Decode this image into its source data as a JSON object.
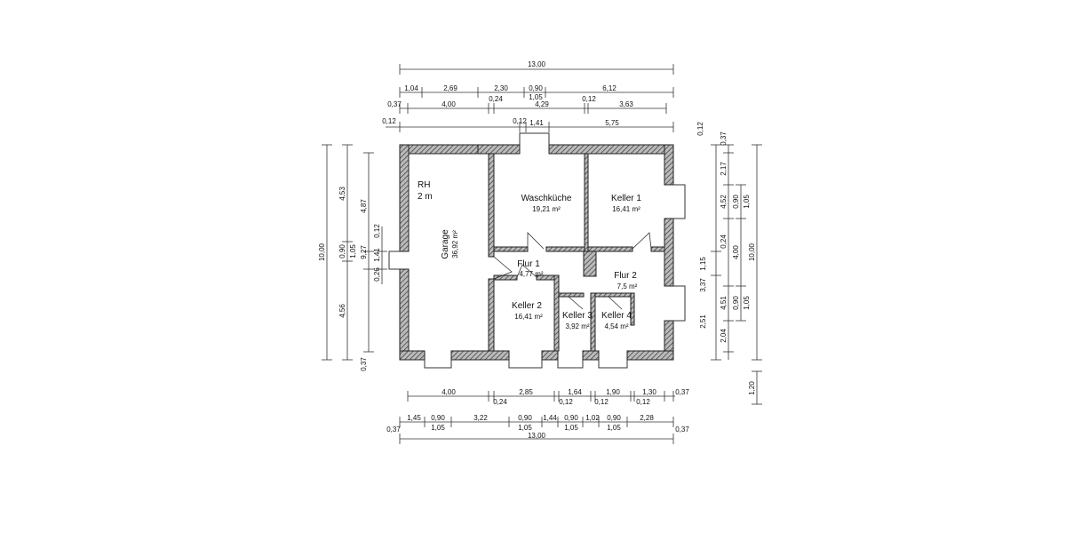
{
  "rooms": {
    "rh": {
      "name": "RH",
      "area": "2 m"
    },
    "garage": {
      "name": "Garage",
      "area": "36,92 m²"
    },
    "waschkueche": {
      "name": "Waschküche",
      "area": "19,21 m²"
    },
    "keller1": {
      "name": "Keller 1",
      "area": "16,41 m²"
    },
    "flur1": {
      "name": "Flur 1",
      "area": "4,77 m²"
    },
    "flur2": {
      "name": "Flur 2",
      "area": "7,5 m²"
    },
    "keller2": {
      "name": "Keller 2",
      "area": "16,41 m²"
    },
    "keller3": {
      "name": "Keller 3",
      "area": "3,92 m²"
    },
    "keller4": {
      "name": "Keller 4",
      "area": "4,54 m²"
    }
  },
  "dims_top": {
    "overall": "13,00",
    "r2": [
      "1,04",
      "2,69",
      "2,30",
      "0,90",
      "6,12"
    ],
    "r2_sub": "1,05",
    "r3": [
      "0,37",
      "4,00",
      "0,24",
      "4,29",
      "0,12",
      "3,63"
    ],
    "r4": [
      "0,12",
      "0,12",
      "1,41",
      "5,75",
      "0,12"
    ]
  },
  "dims_left": {
    "outer": "10,00",
    "a": [
      "4,53",
      "0,90",
      "4,56"
    ],
    "a_sub": "1,05",
    "b": [
      "4,87",
      "9,27",
      "0,37"
    ],
    "c": [
      "0,12",
      "1,41",
      "0,26"
    ]
  },
  "dims_right": {
    "inner": [
      "0,37",
      "2,17",
      "4,52",
      "0,90",
      "0,24",
      "4,00",
      "1,15",
      "3,37",
      "4,51",
      "0,90",
      "2,51",
      "2,04"
    ],
    "subs": [
      "1,05",
      "1,05"
    ],
    "outer": "10,00",
    "extra": "1,20"
  },
  "dims_bottom": {
    "r1": [
      "4,00",
      "2,85",
      "1,64",
      "1,90",
      "1,30",
      "0,37"
    ],
    "r1_sub": [
      "0,24",
      "0,12",
      "0,12",
      "0,12"
    ],
    "r2": [
      "1,45",
      "0,90",
      "3,22",
      "0,90",
      "1,44",
      "0,90",
      "1,02",
      "0,90",
      "2,28"
    ],
    "r2_sub": [
      "0,37",
      "1,05",
      "1,05",
      "1,05",
      "1,05",
      "0,37"
    ],
    "overall": "13,00"
  }
}
